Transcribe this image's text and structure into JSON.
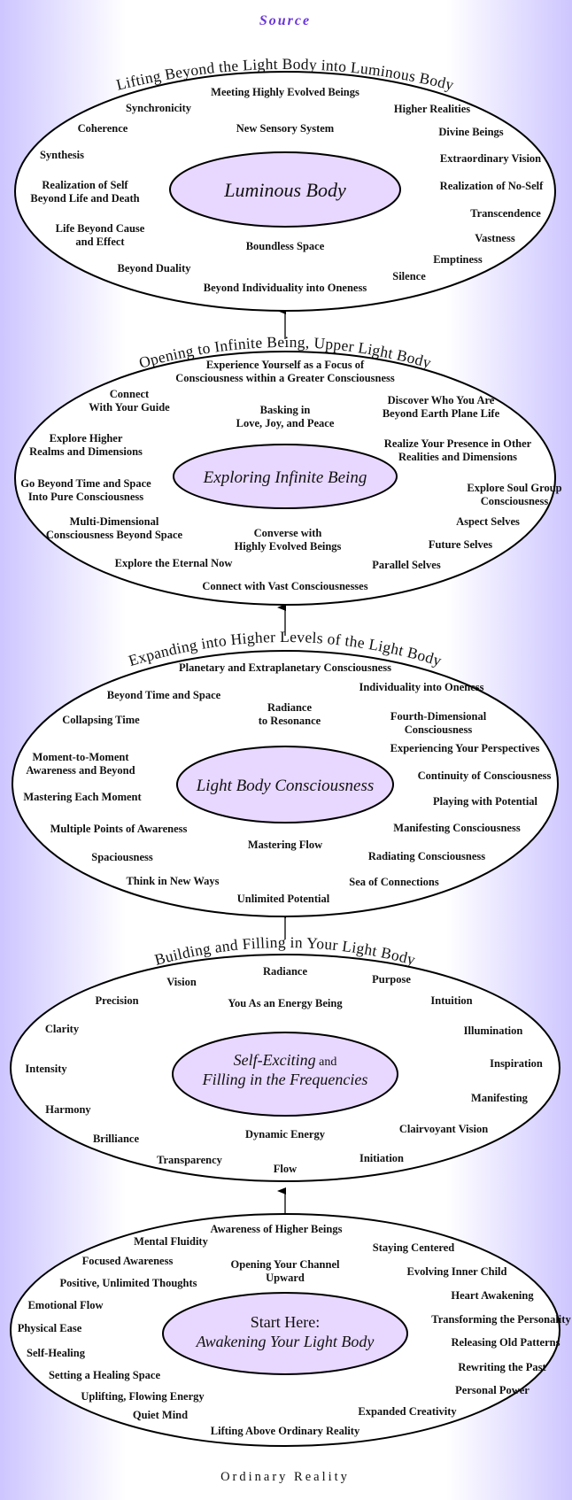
{
  "top_label": "Source",
  "bottom_label": "Ordinary Reality",
  "levels": [
    {
      "arc_title": "Lifting Beyond the Light Body into Luminous Body",
      "core_lines": [
        {
          "parts": [
            {
              "text": "Luminous Body",
              "style": "i"
            }
          ]
        }
      ],
      "items": [
        {
          "lines": [
            "Meeting Highly Evolved Beings"
          ]
        },
        {
          "lines": [
            "Synchronicity"
          ]
        },
        {
          "lines": [
            "Higher Realities"
          ]
        },
        {
          "lines": [
            "Coherence"
          ]
        },
        {
          "lines": [
            "New Sensory System"
          ]
        },
        {
          "lines": [
            "Divine Beings"
          ]
        },
        {
          "lines": [
            "Synthesis"
          ]
        },
        {
          "lines": [
            "Extraordinary Vision"
          ]
        },
        {
          "lines": [
            "Realization of Self",
            "Beyond Life and Death"
          ]
        },
        {
          "lines": [
            "Realization of No-Self"
          ]
        },
        {
          "lines": [
            "Transcendence"
          ]
        },
        {
          "lines": [
            "Life Beyond Cause",
            "and Effect"
          ]
        },
        {
          "lines": [
            "Vastness"
          ]
        },
        {
          "lines": [
            "Boundless Space"
          ]
        },
        {
          "lines": [
            "Emptiness"
          ]
        },
        {
          "lines": [
            "Beyond Duality"
          ]
        },
        {
          "lines": [
            "Silence"
          ]
        },
        {
          "lines": [
            "Beyond Individuality into Oneness"
          ]
        }
      ]
    },
    {
      "arc_title": "Opening to Infinite Being, Upper Light Body",
      "core_lines": [
        {
          "parts": [
            {
              "text": "Exploring Infinite Being",
              "style": "i"
            }
          ]
        }
      ],
      "items": [
        {
          "lines": [
            "Experience Yourself as a Focus of",
            "Consciousness within a Greater Consciousness"
          ]
        },
        {
          "lines": [
            "Connect",
            "With Your Guide"
          ]
        },
        {
          "lines": [
            "Basking in",
            "Love, Joy, and Peace"
          ]
        },
        {
          "lines": [
            "Discover Who You Are",
            "Beyond Earth Plane Life"
          ]
        },
        {
          "lines": [
            "Explore Higher",
            "Realms and Dimensions"
          ]
        },
        {
          "lines": [
            "Realize Your Presence in Other",
            "Realities and Dimensions"
          ]
        },
        {
          "lines": [
            "Go Beyond Time and Space",
            "Into Pure Consciousness"
          ]
        },
        {
          "lines": [
            "Explore Soul Group",
            "Consciousness"
          ]
        },
        {
          "lines": [
            "Multi-Dimensional",
            "Consciousness Beyond Space"
          ]
        },
        {
          "lines": [
            "Converse with",
            "Highly Evolved Beings"
          ]
        },
        {
          "lines": [
            "Aspect Selves"
          ]
        },
        {
          "lines": [
            "Future Selves"
          ]
        },
        {
          "lines": [
            "Explore the Eternal Now"
          ]
        },
        {
          "lines": [
            "Parallel Selves"
          ]
        },
        {
          "lines": [
            "Connect with Vast Consciousnesses"
          ]
        }
      ]
    },
    {
      "arc_title": "Expanding into Higher Levels of the Light Body",
      "core_lines": [
        {
          "parts": [
            {
              "text": "Light Body Consciousness",
              "style": "i"
            }
          ]
        }
      ],
      "items": [
        {
          "lines": [
            "Planetary and Extraplanetary Consciousness"
          ]
        },
        {
          "lines": [
            "Beyond Time and Space"
          ]
        },
        {
          "lines": [
            "Individuality into Oneness"
          ]
        },
        {
          "lines": [
            "Radiance",
            "to Resonance"
          ]
        },
        {
          "lines": [
            "Collapsing Time"
          ]
        },
        {
          "lines": [
            "Fourth-Dimensional",
            "Consciousness"
          ]
        },
        {
          "lines": [
            "Moment-to-Moment",
            "Awareness and Beyond"
          ]
        },
        {
          "lines": [
            "Experiencing Your Perspectives"
          ]
        },
        {
          "lines": [
            "Continuity of Consciousness"
          ]
        },
        {
          "lines": [
            "Mastering Each Moment"
          ]
        },
        {
          "lines": [
            "Playing with Potential"
          ]
        },
        {
          "lines": [
            "Multiple Points of Awareness"
          ]
        },
        {
          "lines": [
            "Manifesting Consciousness"
          ]
        },
        {
          "lines": [
            "Mastering Flow"
          ]
        },
        {
          "lines": [
            "Spaciousness"
          ]
        },
        {
          "lines": [
            "Radiating Consciousness"
          ]
        },
        {
          "lines": [
            "Think in New Ways"
          ]
        },
        {
          "lines": [
            "Sea of Connections"
          ]
        },
        {
          "lines": [
            "Unlimited Potential"
          ]
        }
      ]
    },
    {
      "arc_title": "Building and Filling in Your Light Body",
      "core_lines": [
        {
          "parts": [
            {
              "text": "Self-Exciting",
              "style": "i"
            },
            {
              "text": " and",
              "style": "n"
            }
          ]
        },
        {
          "parts": [
            {
              "text": "Filling in the Frequencies",
              "style": "i"
            }
          ]
        }
      ],
      "items": [
        {
          "lines": [
            "Radiance"
          ]
        },
        {
          "lines": [
            "Vision"
          ]
        },
        {
          "lines": [
            "Purpose"
          ]
        },
        {
          "lines": [
            "Precision"
          ]
        },
        {
          "lines": [
            "You As an Energy Being"
          ]
        },
        {
          "lines": [
            "Intuition"
          ]
        },
        {
          "lines": [
            "Clarity"
          ]
        },
        {
          "lines": [
            "Illumination"
          ]
        },
        {
          "lines": [
            "Inspiration"
          ]
        },
        {
          "lines": [
            "Intensity"
          ]
        },
        {
          "lines": [
            "Manifesting"
          ]
        },
        {
          "lines": [
            "Harmony"
          ]
        },
        {
          "lines": [
            "Clairvoyant Vision"
          ]
        },
        {
          "lines": [
            "Brilliance"
          ]
        },
        {
          "lines": [
            "Dynamic Energy"
          ]
        },
        {
          "lines": [
            "Transparency"
          ]
        },
        {
          "lines": [
            "Initiation"
          ]
        },
        {
          "lines": [
            "Flow"
          ]
        }
      ]
    },
    {
      "arc_title": "",
      "core_lines": [
        {
          "parts": [
            {
              "text": "Start Here:",
              "style": "n"
            }
          ]
        },
        {
          "parts": [
            {
              "text": "Awakening Your Light Body",
              "style": "i"
            }
          ]
        }
      ],
      "items": [
        {
          "lines": [
            "Awareness of Higher Beings"
          ]
        },
        {
          "lines": [
            "Mental Fluidity"
          ]
        },
        {
          "lines": [
            "Staying Centered"
          ]
        },
        {
          "lines": [
            "Focused Awareness"
          ]
        },
        {
          "lines": [
            "Opening Your Channel",
            "Upward"
          ]
        },
        {
          "lines": [
            "Evolving Inner Child"
          ]
        },
        {
          "lines": [
            "Positive, Unlimited Thoughts"
          ]
        },
        {
          "lines": [
            "Heart Awakening"
          ]
        },
        {
          "lines": [
            "Emotional Flow"
          ]
        },
        {
          "lines": [
            "Transforming the Personality"
          ]
        },
        {
          "lines": [
            "Physical Ease"
          ]
        },
        {
          "lines": [
            "Releasing Old Patterns"
          ]
        },
        {
          "lines": [
            "Self-Healing"
          ]
        },
        {
          "lines": [
            "Rewriting the Past"
          ]
        },
        {
          "lines": [
            "Setting a Healing Space"
          ]
        },
        {
          "lines": [
            "Personal Power"
          ]
        },
        {
          "lines": [
            "Uplifting, Flowing Energy"
          ]
        },
        {
          "lines": [
            "Expanded Creativity"
          ]
        },
        {
          "lines": [
            "Quiet Mind"
          ]
        },
        {
          "lines": [
            "Lifting Above Ordinary Reality"
          ]
        }
      ]
    }
  ]
}
